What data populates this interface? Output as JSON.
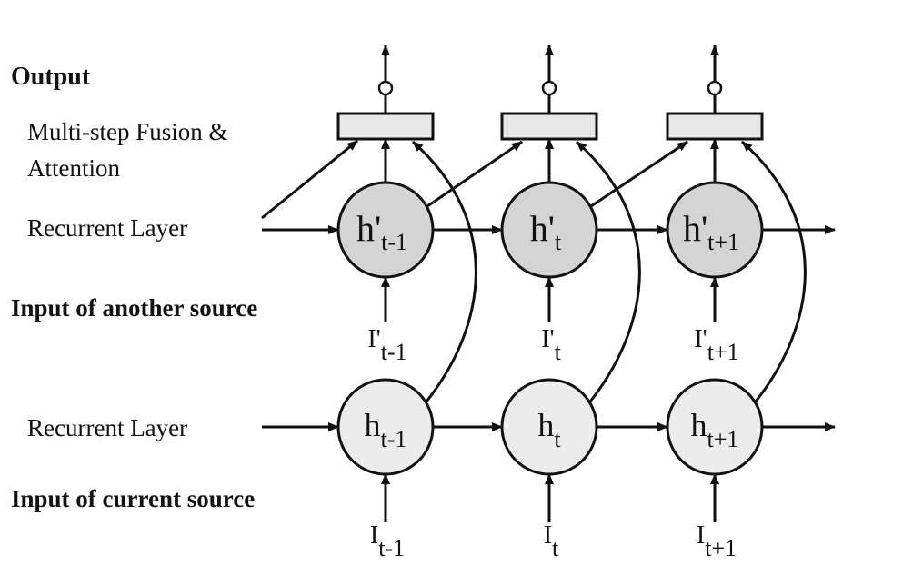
{
  "labels": {
    "output": "Output",
    "fusion_line1": "Multi-step Fusion &",
    "fusion_line2": "Attention",
    "recurrent_top": "Recurrent Layer",
    "input_another": "Input of another source",
    "recurrent_bottom": "Recurrent Layer",
    "input_current": "Input of current source"
  },
  "columns": [
    {
      "hidden_another": {
        "base": "h'",
        "sub": "t-1"
      },
      "input_another": {
        "base": "I'",
        "sub": "t-1"
      },
      "hidden_current": {
        "base": "h",
        "sub": "t-1"
      },
      "input_current": {
        "base": "I",
        "sub": "t-1"
      }
    },
    {
      "hidden_another": {
        "base": "h'",
        "sub": "t"
      },
      "input_another": {
        "base": "I'",
        "sub": "t"
      },
      "hidden_current": {
        "base": "h",
        "sub": "t"
      },
      "input_current": {
        "base": "I",
        "sub": "t"
      }
    },
    {
      "hidden_another": {
        "base": "h'",
        "sub": "t+1"
      },
      "input_another": {
        "base": "I'",
        "sub": "t+1"
      },
      "hidden_current": {
        "base": "h",
        "sub": "t+1"
      },
      "input_current": {
        "base": "I",
        "sub": "t+1"
      }
    }
  ],
  "colors": {
    "hidden_another_fill": "#d4d4d4",
    "hidden_current_fill": "#ececec",
    "fusion_box_fill": "#e8e8e8",
    "stroke": "#111111"
  }
}
